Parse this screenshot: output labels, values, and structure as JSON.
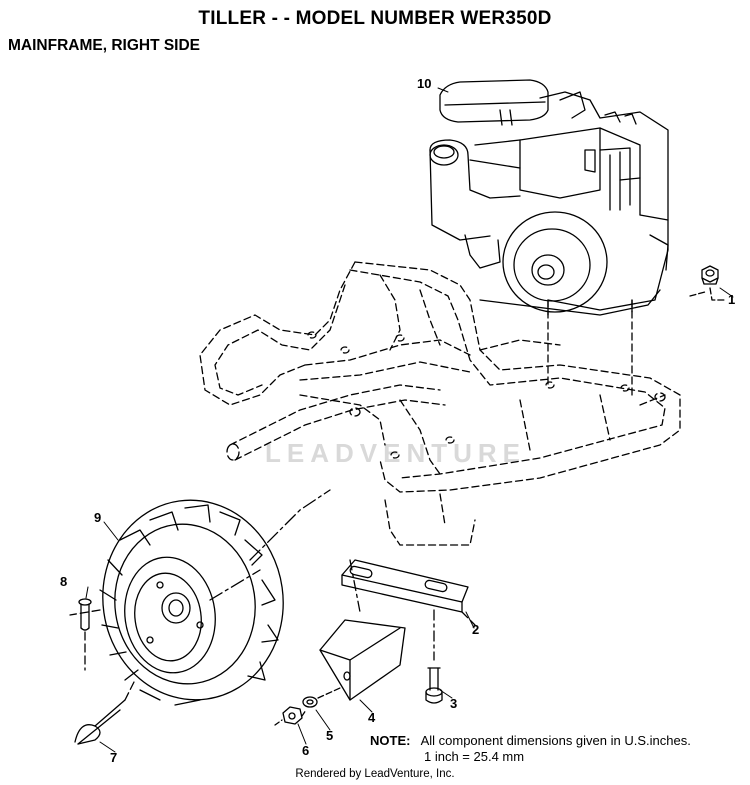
{
  "header": {
    "title": "TILLER - - MODEL NUMBER WER350D",
    "subtitle": "MAINFRAME, RIGHT SIDE"
  },
  "watermark": {
    "text": "LEADVENTURE"
  },
  "callouts": [
    {
      "id": "1",
      "label": "1"
    },
    {
      "id": "2",
      "label": "2"
    },
    {
      "id": "3",
      "label": "3"
    },
    {
      "id": "4",
      "label": "4"
    },
    {
      "id": "5",
      "label": "5"
    },
    {
      "id": "6",
      "label": "6"
    },
    {
      "id": "7",
      "label": "7"
    },
    {
      "id": "8",
      "label": "8"
    },
    {
      "id": "9",
      "label": "9"
    },
    {
      "id": "10",
      "label": "10"
    }
  ],
  "note": {
    "label": "NOTE:",
    "line1": "All component dimensions given in U.S.inches.",
    "line2": "1 inch = 25.4 mm"
  },
  "footer": {
    "text": "Rendered by LeadVenture, Inc."
  },
  "colors": {
    "ink": "#000000",
    "watermark": "#d9d9d9",
    "background": "#ffffff"
  }
}
